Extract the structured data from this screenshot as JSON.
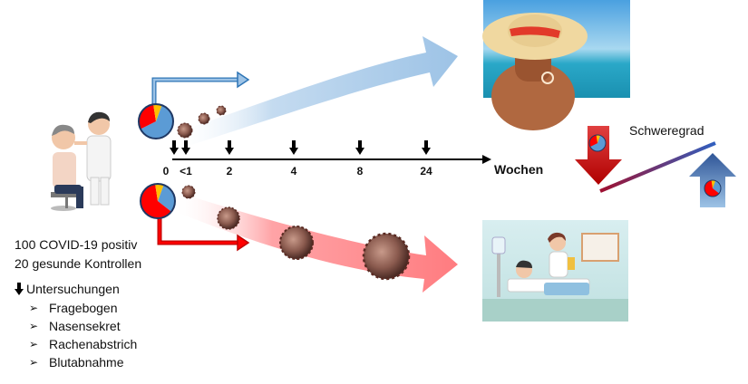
{
  "patients": {
    "covid_positive": "100 COVID-19 positiv",
    "controls": "20 gesunde Kontrollen"
  },
  "examinations": {
    "heading": "Untersuchungen",
    "items": [
      {
        "label": "Fragebogen"
      },
      {
        "label": "Nasensekret"
      },
      {
        "label": "Rachenabstrich"
      },
      {
        "label": "Blutabnahme"
      }
    ]
  },
  "timeline": {
    "axis_label": "Wochen",
    "ticks": [
      "0",
      "<1",
      "2",
      "4",
      "8",
      "24"
    ]
  },
  "severity": {
    "label": "Schweregrad"
  },
  "colors": {
    "mild_arrow": "#9dc3e6",
    "severe_arrow": "#ff7c80",
    "pie_blue": "#5b9bd5",
    "pie_red": "#ff0000",
    "pie_yellow": "#ffc000",
    "down_arrow": "#c00000",
    "up_arrow": "#2f5597"
  },
  "groups": {
    "mild": {
      "pie": {
        "blue": 0.62,
        "red": 0.3,
        "yellow": 0.08
      }
    },
    "severe": {
      "pie": {
        "blue": 0.3,
        "red": 0.62,
        "yellow": 0.08
      }
    }
  }
}
